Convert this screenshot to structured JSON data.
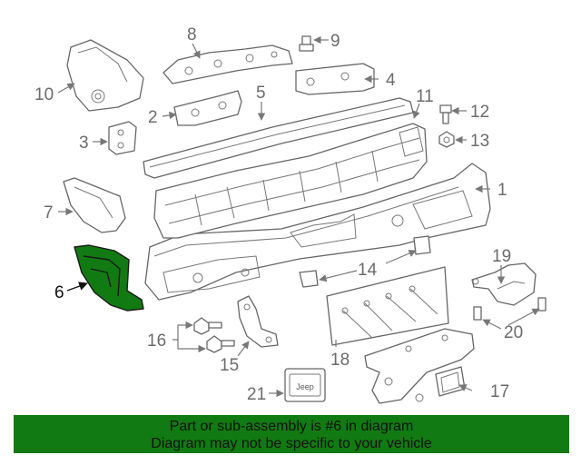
{
  "diagram": {
    "highlight_color": "#127a12",
    "highlighted_callout": "6",
    "callouts": {
      "c1": "1",
      "c2": "2",
      "c3": "3",
      "c4": "4",
      "c5": "5",
      "c6": "6",
      "c7": "7",
      "c8": "8",
      "c9": "9",
      "c10": "10",
      "c11": "11",
      "c12": "12",
      "c13": "13",
      "c14": "14",
      "c15": "15",
      "c16": "16",
      "c17": "17",
      "c18": "18",
      "c19": "19",
      "c20": "20",
      "c21": "21"
    },
    "badge_text": "Jeep"
  },
  "banner": {
    "background": "#127a12",
    "line1": "Part or sub-assembly is #6 in diagram",
    "line2": "Diagram may not be specific to your vehicle"
  }
}
